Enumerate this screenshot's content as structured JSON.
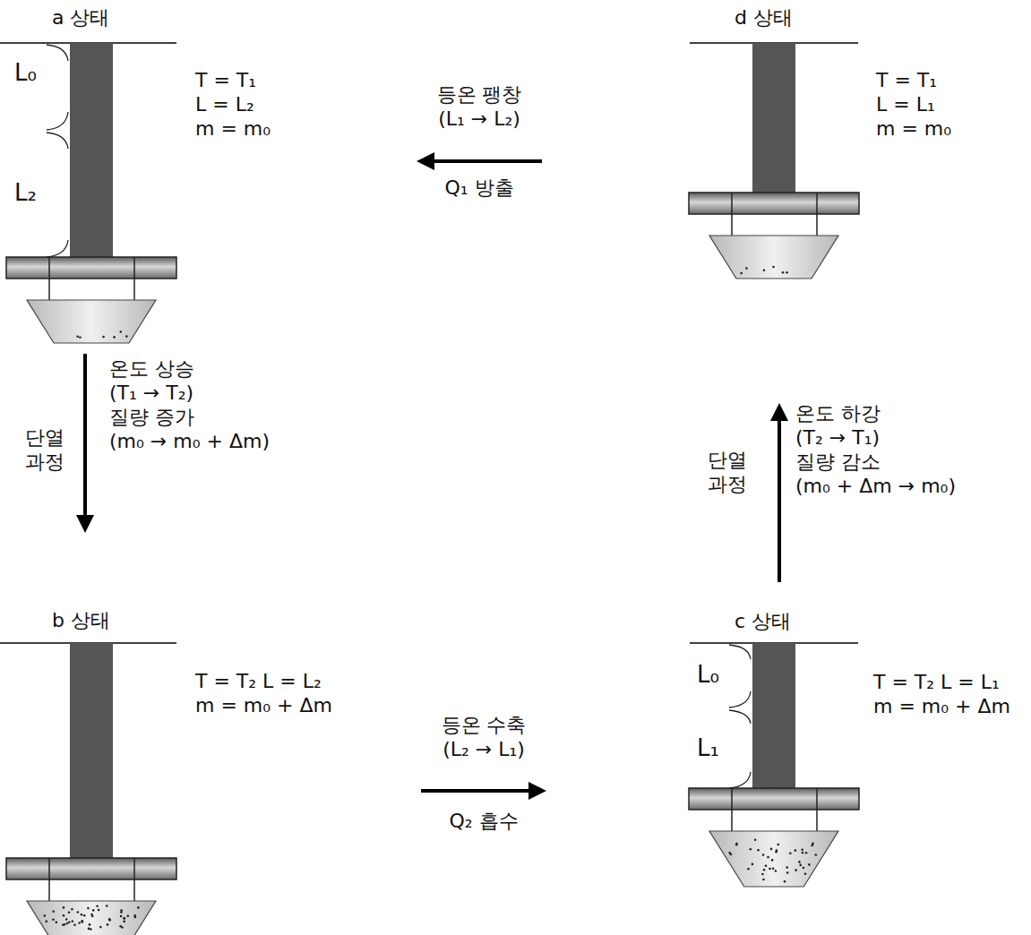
{
  "diagram": {
    "nodes": [
      {
        "text": [
          "a 상태",
          "T = T₁ L = L₂ m = m₀"
        ]
      },
      {
        "text": [
          "d 상태",
          "T = T₁ L = L₁ m = m₀"
        ]
      },
      {
        "text": [
          "b 상태",
          "T = T₂ L = L₂ m = m₀ + Δm"
        ]
      },
      {
        "text": [
          "c 상태",
          "T = T₂ L = L₁ m = m₀ + Δm"
        ]
      }
    ],
    "edges": [
      {
        "from": 1,
        "to": 0,
        "arrow": "to",
        "label": "등온 팽창 (L₁ → L₂)"
      },
      {
        "from": 0,
        "to": 2,
        "arrow": "to",
        "label": "온도 상승 (T₁ → T₂) 질량 증가 (m₀ → m₀ + Δm)"
      },
      {
        "from": 3,
        "to": 1,
        "arrow": "to",
        "label": "온도 하강 (T₂ → T₁) 질량 감소 (m₀ + Δm → m₀)"
      },
      {
        "from": 2,
        "to": 3,
        "arrow": "to",
        "label": "등온 수축 (L₂ → L₁)"
      }
    ],
    "labels": [
      "Q₁ 방출",
      "단열 과정",
      "단열 과정",
      "Q₂ 흡수",
      "L₀",
      "L₂",
      "L₀",
      "L₁"
    ]
  }
}
